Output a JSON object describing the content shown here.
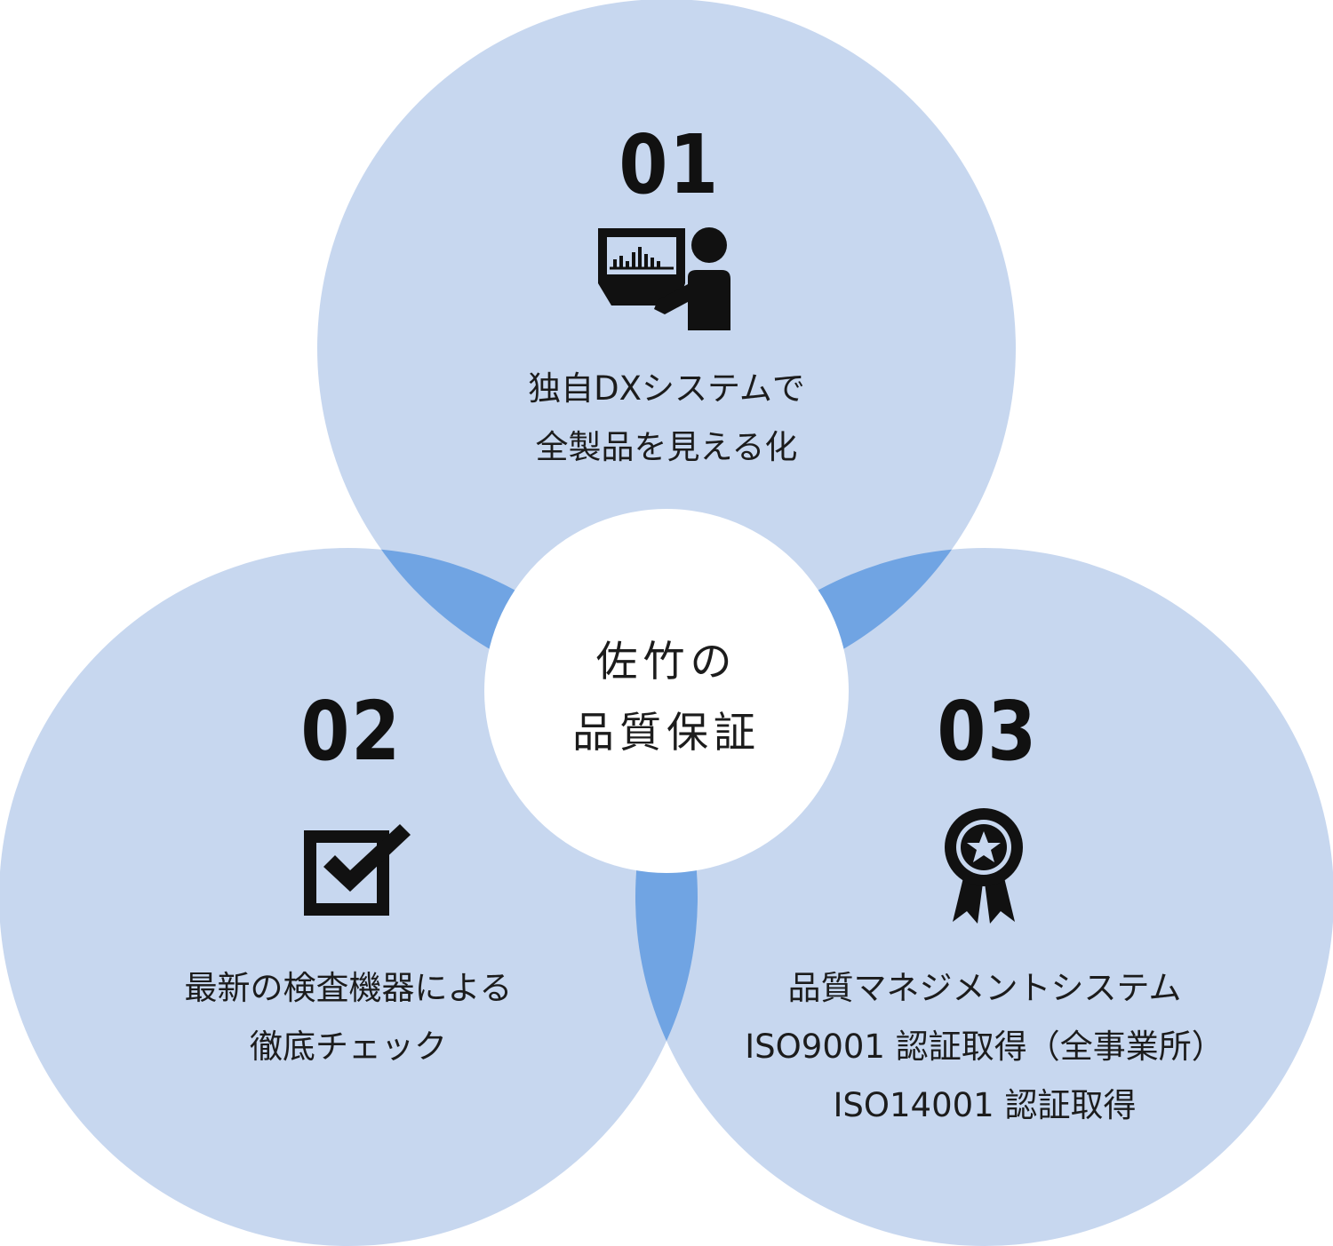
{
  "colors": {
    "circle": "#c7d7ef",
    "overlap": "#70a4e3",
    "center": "#ffffff",
    "text": "#1c1c1c"
  },
  "center": {
    "line1": "佐竹の",
    "line2": "品質保証"
  },
  "sections": [
    {
      "number": "01",
      "icon": "presentation-chart-icon",
      "lines": [
        "独自DXシステムで",
        "全製品を見える化"
      ]
    },
    {
      "number": "02",
      "icon": "checkbox-icon",
      "lines": [
        "最新の検査機器による",
        "徹底チェック"
      ]
    },
    {
      "number": "03",
      "icon": "award-ribbon-icon",
      "lines": [
        "品質マネジメントシステム",
        "ISO9001 認証取得（全事業所）",
        "ISO14001 認証取得"
      ]
    }
  ]
}
